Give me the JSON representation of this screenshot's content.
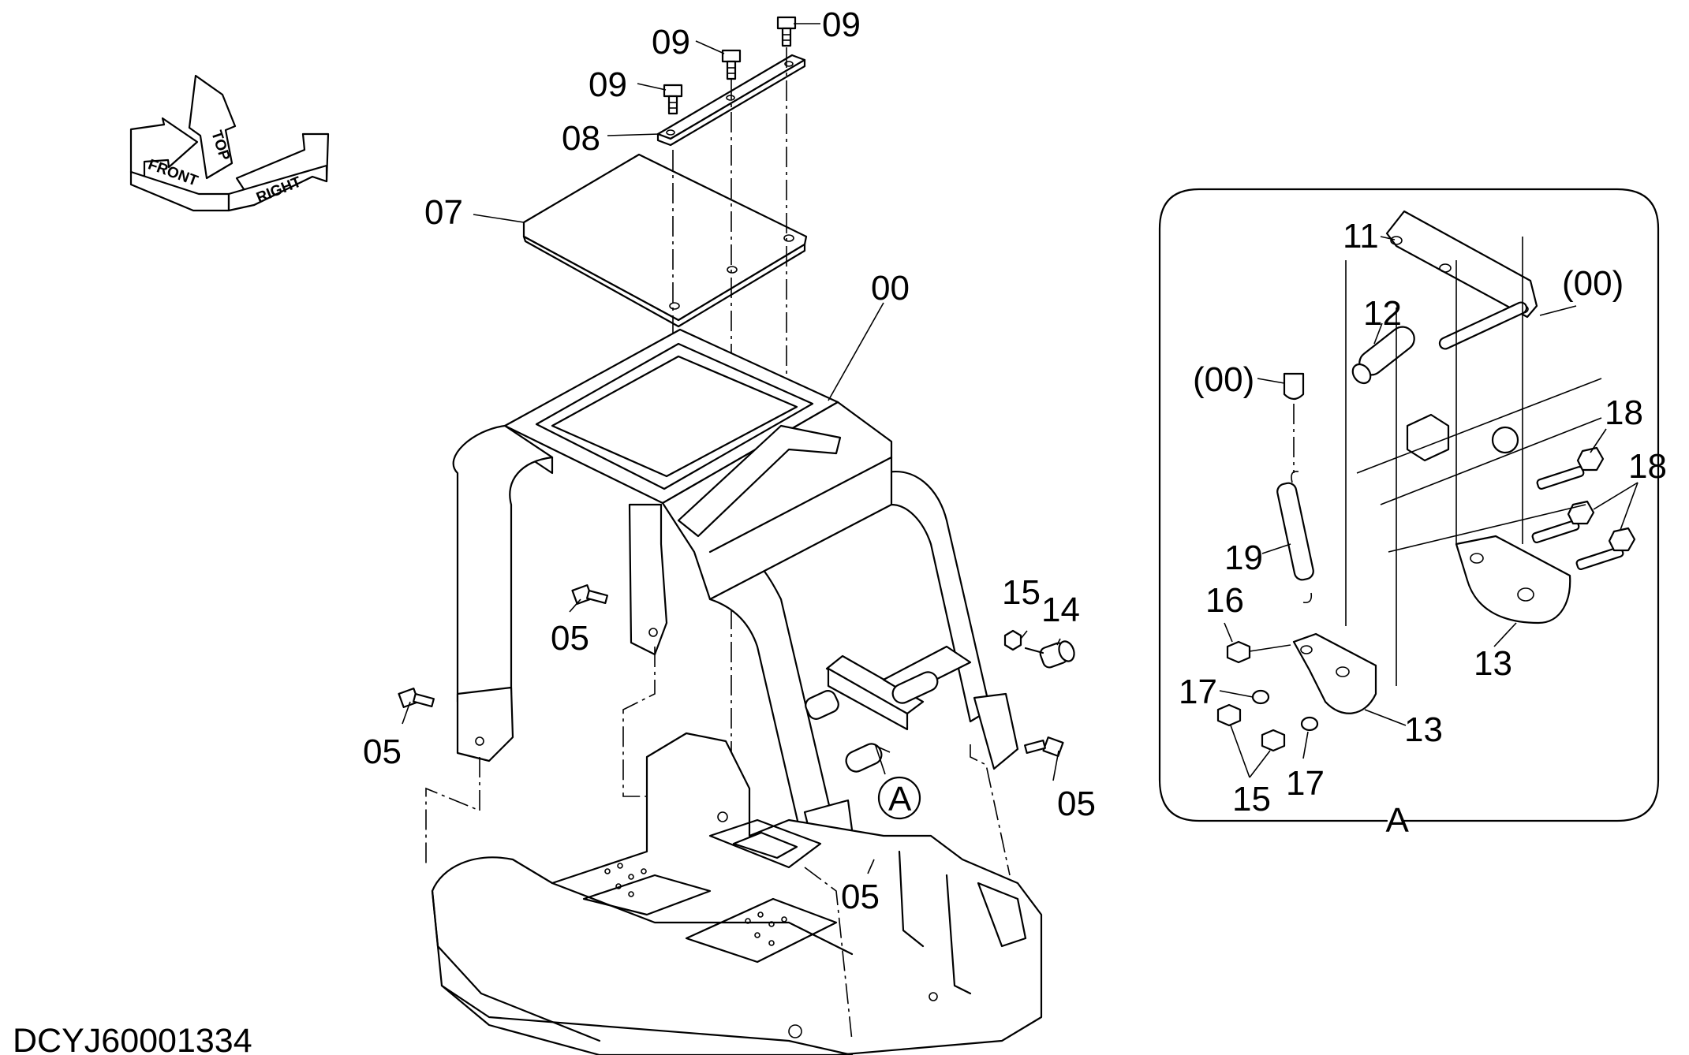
{
  "diagram": {
    "drawing_number": "DCYJ60001334",
    "orientation": {
      "front": "FRONT",
      "top": "TOP",
      "right": "RIGHT"
    },
    "callouts": {
      "c09a": "09",
      "c09b": "09",
      "c09c": "09",
      "c08": "08",
      "c07": "07",
      "c00": "00",
      "c05a": "05",
      "c05b": "05",
      "c05c": "05",
      "c05d": "05",
      "c15": "15",
      "c14": "14",
      "cA": "A"
    },
    "detail": {
      "label": "A",
      "callouts": {
        "c11": "11",
        "c12": "12",
        "c00a": "(00)",
        "c00b": "(00)",
        "c18a": "18",
        "c18b": "18",
        "c19": "19",
        "c16": "16",
        "c17a": "17",
        "c17b": "17",
        "c15": "15",
        "c13a": "13",
        "c13b": "13"
      }
    }
  }
}
